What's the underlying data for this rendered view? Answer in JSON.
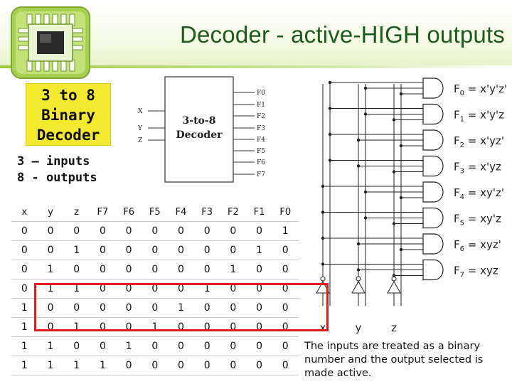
{
  "header": {
    "title": "Decoder - active-HIGH outputs"
  },
  "label_box": {
    "lines": [
      "3 to 8",
      "Binary",
      "Decoder"
    ]
  },
  "io_text": {
    "inputs": "3 – inputs",
    "outputs": "8 - outputs"
  },
  "block": {
    "name_line1": "3-to-8",
    "name_line2": "Decoder",
    "inputs": [
      "X",
      "Y",
      "Z"
    ],
    "outputs": [
      "F0",
      "F1",
      "F2",
      "F3",
      "F4",
      "F5",
      "F6",
      "F7"
    ]
  },
  "truth_table": {
    "headers": [
      "x",
      "y",
      "z",
      "F7",
      "F6",
      "F5",
      "F4",
      "F3",
      "F2",
      "F1",
      "F0"
    ],
    "rows": [
      [
        "0",
        "0",
        "0",
        "0",
        "0",
        "0",
        "0",
        "0",
        "0",
        "0",
        "1"
      ],
      [
        "0",
        "0",
        "1",
        "0",
        "0",
        "0",
        "0",
        "0",
        "0",
        "1",
        "0"
      ],
      [
        "0",
        "1",
        "0",
        "0",
        "0",
        "0",
        "0",
        "0",
        "1",
        "0",
        "0"
      ],
      [
        "0",
        "1",
        "1",
        "0",
        "0",
        "0",
        "0",
        "1",
        "0",
        "0",
        "0"
      ],
      [
        "1",
        "0",
        "0",
        "0",
        "0",
        "0",
        "1",
        "0",
        "0",
        "0",
        "0"
      ],
      [
        "1",
        "0",
        "1",
        "0",
        "0",
        "1",
        "0",
        "0",
        "0",
        "0",
        "0"
      ],
      [
        "1",
        "1",
        "0",
        "0",
        "1",
        "0",
        "0",
        "0",
        "0",
        "0",
        "0"
      ],
      [
        "1",
        "1",
        "1",
        "1",
        "0",
        "0",
        "0",
        "0",
        "0",
        "0",
        "0"
      ]
    ]
  },
  "gates": {
    "equations": [
      {
        "f": "F",
        "sub": "0",
        "rhs": " = x'y'z'"
      },
      {
        "f": "F",
        "sub": "1",
        "rhs": " = x'y'z"
      },
      {
        "f": "F",
        "sub": "2",
        "rhs": " = x'yz'"
      },
      {
        "f": "F",
        "sub": "3",
        "rhs": " = x'yz"
      },
      {
        "f": "F",
        "sub": "4",
        "rhs": " = xy'z'"
      },
      {
        "f": "F",
        "sub": "5",
        "rhs": " = xy'z"
      },
      {
        "f": "F",
        "sub": "6",
        "rhs": " = xyz'"
      },
      {
        "f": "F",
        "sub": "7",
        "rhs": " = xyz"
      }
    ],
    "input_labels": [
      "x",
      "y",
      "z"
    ]
  },
  "caption": "The inputs are treated as a binary number and the output selected is made active.",
  "colors": {
    "title": "#1e5a1e",
    "label_box": "#f3e92e",
    "highlight": "#e01c1c"
  }
}
